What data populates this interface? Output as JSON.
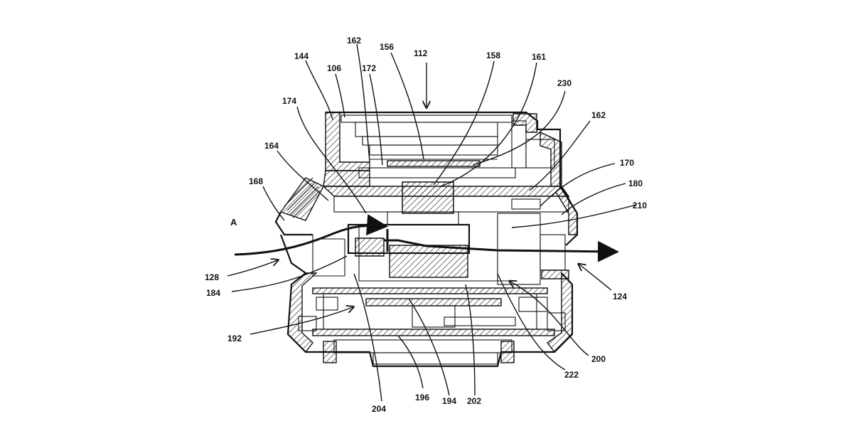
{
  "labels": {
    "l106": "106",
    "l112": "112",
    "l124": "124",
    "l128": "128",
    "l144": "144",
    "l156": "156",
    "l158": "158",
    "l161": "161",
    "l162a": "162",
    "l162b": "162",
    "l164": "164",
    "l168": "168",
    "l170": "170",
    "l172": "172",
    "l174": "174",
    "l180": "180",
    "l184": "184",
    "l192": "192",
    "l194": "194",
    "l196": "196",
    "l200": "200",
    "l202": "202",
    "l204": "204",
    "l210": "210",
    "l222": "222",
    "l230": "230",
    "lA": "A"
  }
}
